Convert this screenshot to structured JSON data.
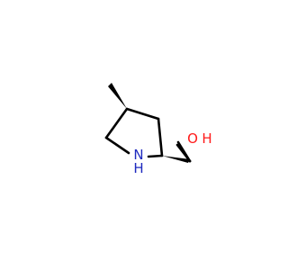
{
  "molecule": {
    "atoms": {
      "nitrogen_label": "N",
      "nitrogen_h_label": "H",
      "oxygen_label": "O",
      "oxygen_h_label": "H"
    },
    "colors": {
      "bond": "#000000",
      "nitrogen": "#1e2abf",
      "oxygen": "#ff1a1a"
    },
    "stereo_bonds": [
      {
        "from": "ring-carbon-4",
        "to": "methyl-carbon",
        "type": "wedge"
      },
      {
        "from": "ring-carbon-2",
        "to": "hydroxymethyl-carbon",
        "type": "wedge"
      }
    ]
  }
}
